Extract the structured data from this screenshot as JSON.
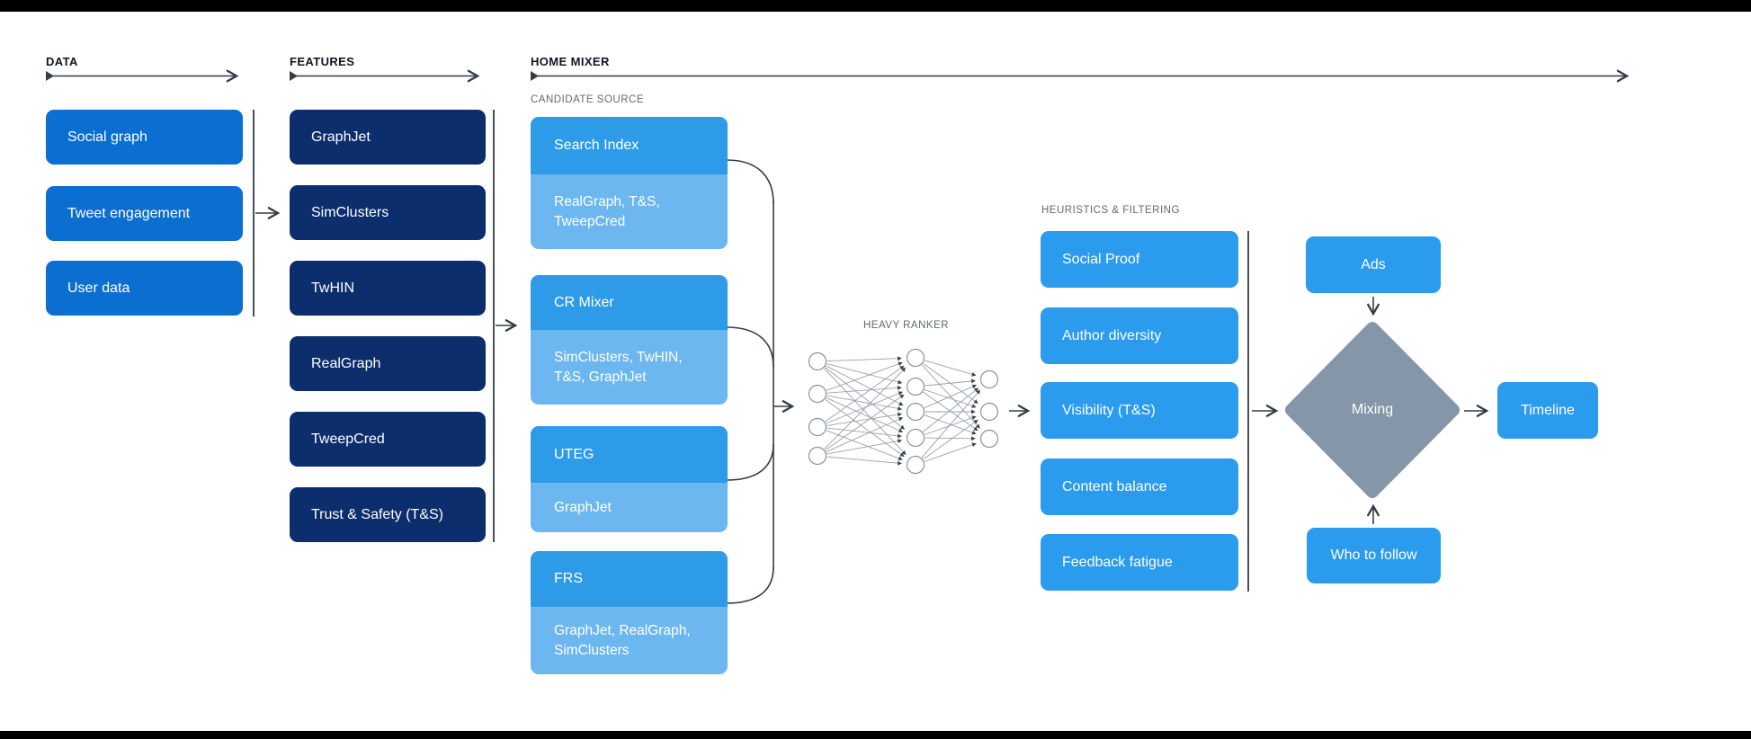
{
  "colors": {
    "header_text": "#10161f",
    "label": "#5e6a75",
    "line": "#343c44",
    "data_box": "#0b6fd2",
    "feature_box": "#0d2e6d",
    "source_header": "#2e9be9",
    "source_sub": "#6db7f0",
    "accent_box": "#2b9bee",
    "diamond": "#8496a7",
    "net_edge": "#9aa1ab",
    "net_node": "#8b929c",
    "frame_bar": "#000000"
  },
  "columns": {
    "data": {
      "header": "DATA",
      "boxes": [
        "Social graph",
        "Tweet engagement",
        "User data"
      ]
    },
    "features": {
      "header": "FEATURES",
      "boxes": [
        "GraphJet",
        "SimClusters",
        "TwHIN",
        "RealGraph",
        "TweepCred",
        "Trust & Safety (T&S)"
      ]
    },
    "home_mixer": {
      "header": "HOME MIXER",
      "candidate_source": {
        "label": "CANDIDATE SOURCE",
        "cards": [
          {
            "title": "Search Index",
            "subtitle": "RealGraph, T&S, TweepCred"
          },
          {
            "title": "CR Mixer",
            "subtitle": "SimClusters, TwHIN, T&S, GraphJet"
          },
          {
            "title": "UTEG",
            "subtitle": "GraphJet"
          },
          {
            "title": "FRS",
            "subtitle": "GraphJet, RealGraph, SimClusters"
          }
        ]
      },
      "heavy_ranker": {
        "label": "HEAVY RANKER"
      },
      "heuristics": {
        "label": "HEURISTICS & FILTERING",
        "boxes": [
          "Social Proof",
          "Author diversity",
          "Visibility (T&S)",
          "Content balance",
          "Feedback fatigue"
        ]
      },
      "mixing": {
        "diamond": "Mixing",
        "ads": "Ads",
        "who_to_follow": "Who to follow",
        "timeline": "Timeline"
      }
    }
  }
}
